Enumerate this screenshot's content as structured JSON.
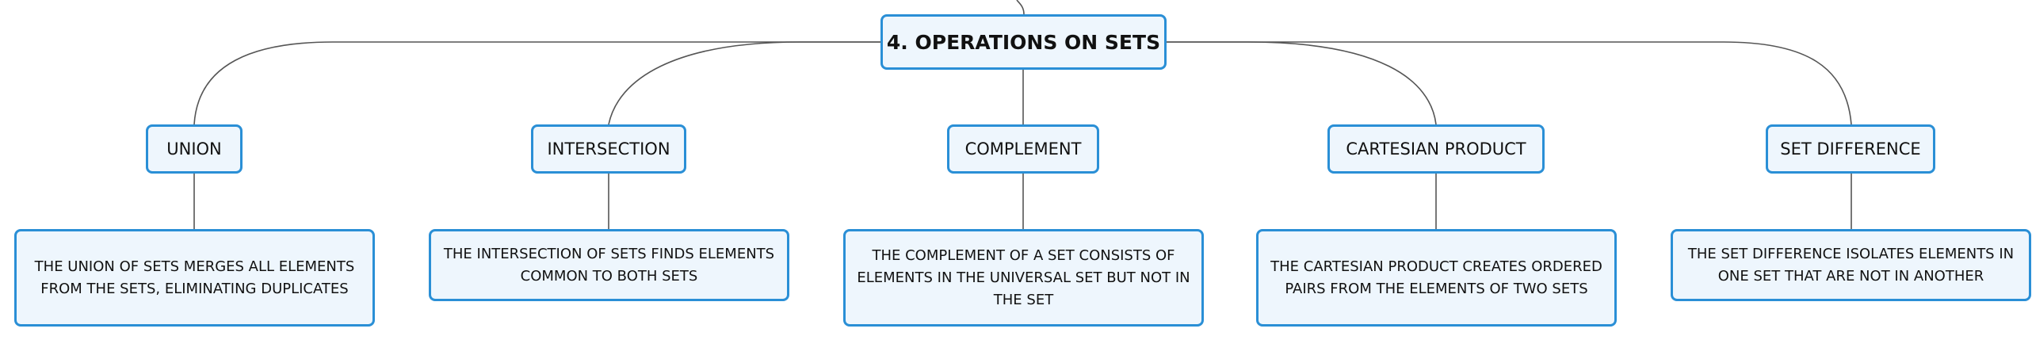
{
  "root": {
    "label": "4. OPERATIONS ON SETS"
  },
  "topics": [
    {
      "label": "UNION",
      "description": "THE UNION OF SETS MERGES ALL ELEMENTS FROM THE SETS, ELIMINATING DUPLICATES"
    },
    {
      "label": "INTERSECTION",
      "description": "THE INTERSECTION OF SETS FINDS ELEMENTS COMMON TO BOTH SETS"
    },
    {
      "label": "COMPLEMENT",
      "description": "THE COMPLEMENT OF A SET CONSISTS OF ELEMENTS IN THE UNIVERSAL SET BUT NOT IN THE SET"
    },
    {
      "label": "CARTESIAN PRODUCT",
      "description": "THE CARTESIAN PRODUCT CREATES ORDERED PAIRS FROM THE ELEMENTS OF TWO SETS"
    },
    {
      "label": "SET DIFFERENCE",
      "description": "THE SET DIFFERENCE ISOLATES ELEMENTS IN ONE SET THAT ARE NOT IN ANOTHER"
    }
  ]
}
